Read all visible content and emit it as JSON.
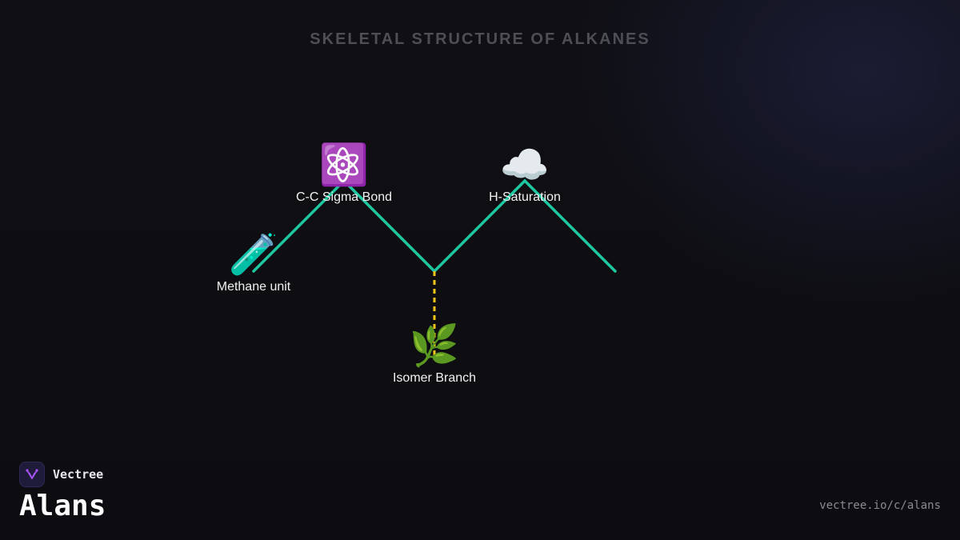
{
  "title": "SKELETAL STRUCTURE OF ALKANES",
  "colors": {
    "bond": "#1fc8a0",
    "branch": "#f5c518",
    "logo_accent": "#a855f7"
  },
  "nodes": [
    {
      "id": "methane",
      "icon_name": "test-tube-icon",
      "icon": "🧪",
      "label": "Methane unit"
    },
    {
      "id": "sigma",
      "icon_name": "atom-icon",
      "icon": "⚛️",
      "label": "C-C Sigma Bond"
    },
    {
      "id": "saturation",
      "icon_name": "cloud-icon",
      "icon": "☁️",
      "label": "H-Saturation"
    },
    {
      "id": "isomer",
      "icon_name": "herb-icon",
      "icon": "🌿",
      "label": "Isomer Branch"
    }
  ],
  "brand": {
    "name": "Vectree",
    "icon_name": "vectree-logo-icon"
  },
  "channel": "Alans",
  "url": "vectree.io/c/alans"
}
